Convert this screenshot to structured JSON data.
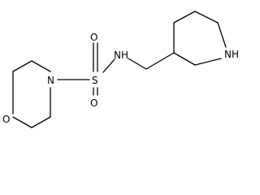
{
  "molecule": {
    "atoms": {
      "morpholine_o": "O",
      "morpholine_n": "N",
      "sulfur": "S",
      "sulfonyl_o_top": "O",
      "sulfonyl_o_bottom": "O",
      "amide_nh": "NH",
      "piperidine_nh": "NH"
    }
  }
}
